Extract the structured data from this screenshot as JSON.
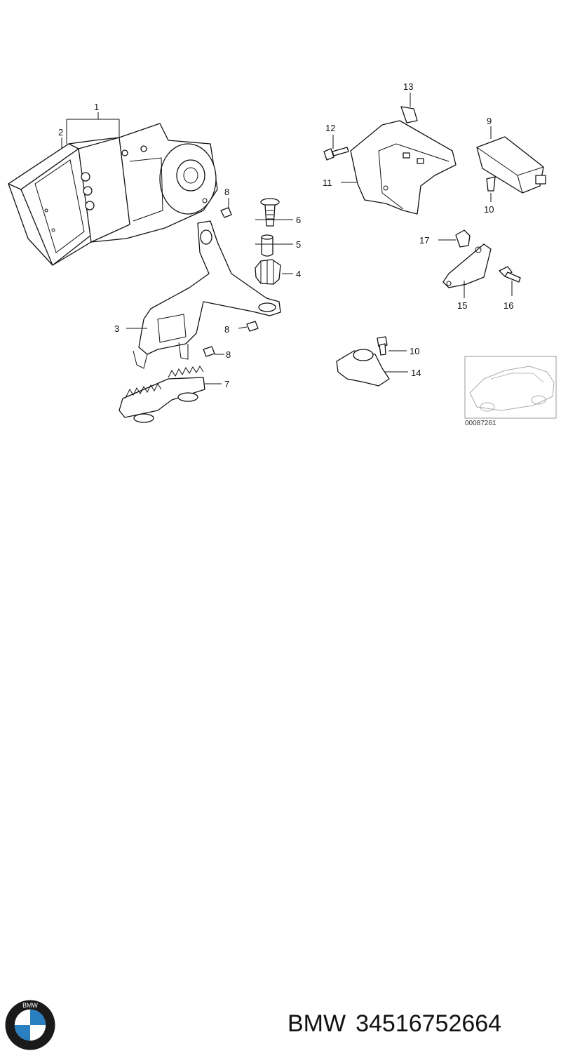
{
  "callouts": {
    "c1": "1",
    "c2": "2",
    "c3": "3",
    "c4": "4",
    "c5": "5",
    "c6": "6",
    "c7": "7",
    "c8a": "8",
    "c8b": "8",
    "c8c": "8",
    "c9": "9",
    "c10a": "10",
    "c10b": "10",
    "c11": "11",
    "c12": "12",
    "c13": "13",
    "c14": "14",
    "c15": "15",
    "c16": "16",
    "c17": "17"
  },
  "inset": {
    "reference": "00087261"
  },
  "footer": {
    "brand": "BMW",
    "part_number": "34516752664"
  },
  "logo": {
    "letters": "BMW",
    "colors": {
      "blue": "#2a7fc1",
      "white": "#ffffff",
      "ring": "#1a1a1a"
    }
  }
}
